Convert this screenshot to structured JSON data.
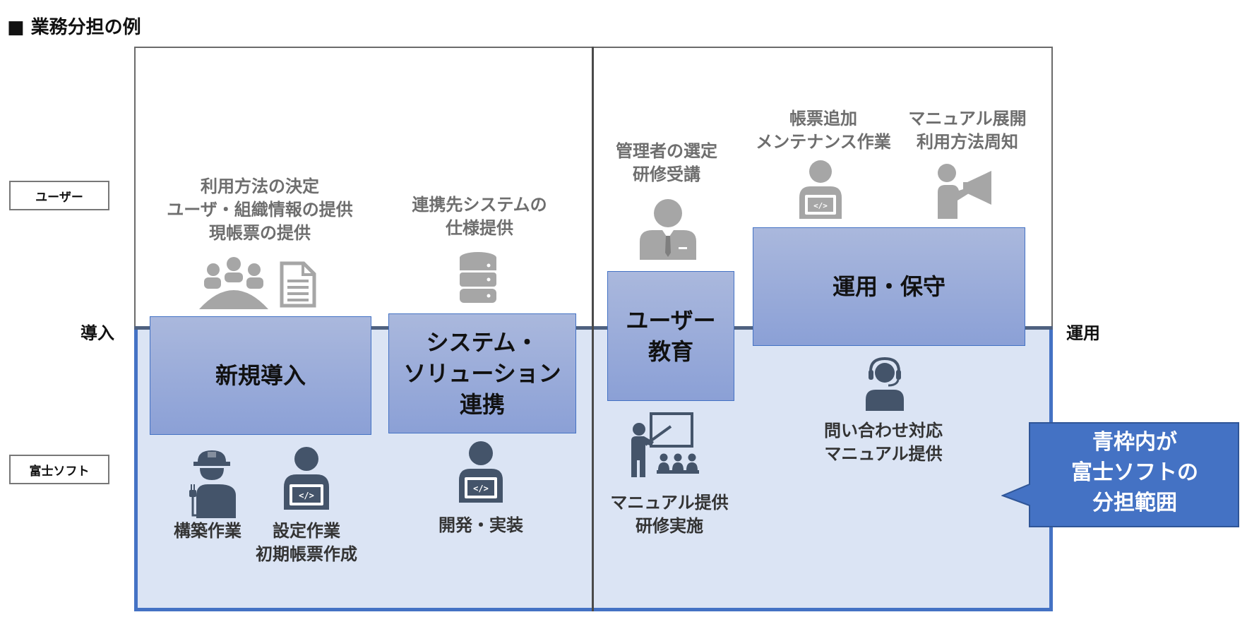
{
  "title": "■ 業務分担の例",
  "roles": {
    "user": "ユーザー",
    "fujisoft": "富士ソフト"
  },
  "axis": {
    "intro": "導入",
    "operation": "運用"
  },
  "phases": {
    "new_intro": "新規導入",
    "system_line1": "システム・",
    "system_line2": "ソリューション",
    "system_line3": "連携",
    "education_line1": "ユーザー",
    "education_line2": "教育",
    "operation": "運用・保守"
  },
  "user_tasks": {
    "t1_line1": "利用方法の決定",
    "t1_line2": "ユーザ・組織情報の提供",
    "t1_line3": "現帳票の提供",
    "t2_line1": "連携先システムの",
    "t2_line2": "仕様提供",
    "t3_line1": "管理者の選定",
    "t3_line2": "研修受講",
    "t4_line1": "帳票追加",
    "t4_line2": "メンテナンス作業",
    "t5_line1": "マニュアル展開",
    "t5_line2": "利用方法周知"
  },
  "fujisoft_tasks": {
    "f1": "構築作業",
    "f2_line1": "設定作業",
    "f2_line2": "初期帳票作成",
    "f3": "開発・実装",
    "f4_line1": "マニュアル提供",
    "f4_line2": "研修実施",
    "f5_line1": "問い合わせ対応",
    "f5_line2": "マニュアル提供"
  },
  "callout": {
    "line1": "青枠内が",
    "line2": "富士ソフトの",
    "line3": "分担範囲"
  },
  "colors": {
    "accent_blue": "#4472c4",
    "area_fill": "#dbe4f4",
    "icon_gray": "#a6a6a6",
    "icon_dark": "#44546a"
  }
}
